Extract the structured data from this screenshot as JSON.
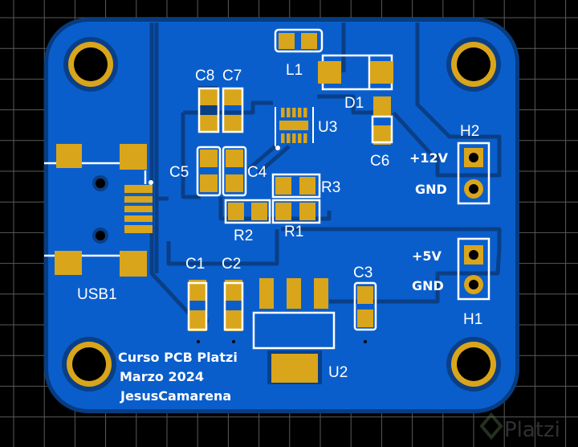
{
  "board": {
    "colors": {
      "substrate": "#0a5ecb",
      "edge": "#073c80",
      "copper_pad": "#d9a51b",
      "silkscreen": "#ffffff",
      "background": "#000000"
    },
    "references": {
      "L1": "L1",
      "D1": "D1",
      "C8": "C8",
      "C7": "C7",
      "U3": "U3",
      "C6": "C6",
      "C5": "C5",
      "C4": "C4",
      "R3": "R3",
      "R2": "R2",
      "R1": "R1",
      "USB1": "USB1",
      "C1": "C1",
      "C2": "C2",
      "C3": "C3",
      "U2": "U2",
      "H1": "H1",
      "H2": "H2"
    },
    "connector_labels": {
      "h2_pin1": "+12V",
      "h2_pin2": "GND",
      "h1_pin1": "+5V",
      "h1_pin2": "GND"
    },
    "notes": [
      "Curso PCB Platzi",
      "Marzo 2024",
      "JesusCamarena"
    ]
  },
  "watermark": "Platzi"
}
